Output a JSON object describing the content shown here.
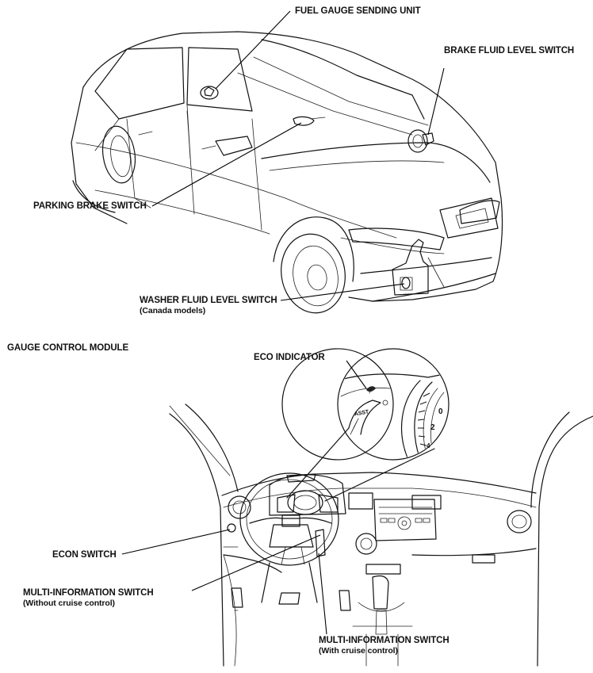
{
  "labels": {
    "fuel_gauge": "FUEL GAUGE SENDING UNIT",
    "brake_fluid": "BRAKE FLUID LEVEL SWITCH",
    "parking_brake": "PARKING BRAKE SWITCH",
    "washer_fluid": "WASHER FLUID LEVEL SWITCH",
    "washer_fluid_note": "(Canada models)",
    "gauge_module": "GAUGE CONTROL MODULE",
    "eco_indicator": "ECO INDICATOR",
    "econ_switch": "ECON SWITCH",
    "multi_info_no_cruise": "MULTI-INFORMATION SWITCH",
    "multi_info_no_cruise_note": "(Without cruise control)",
    "multi_info_cruise": "MULTI-INFORMATION SWITCH",
    "multi_info_cruise_note": "(With cruise control)"
  },
  "gauge_marks": {
    "assist": "ASST",
    "num_0": "0",
    "num_2": "2",
    "num_4": "4"
  }
}
